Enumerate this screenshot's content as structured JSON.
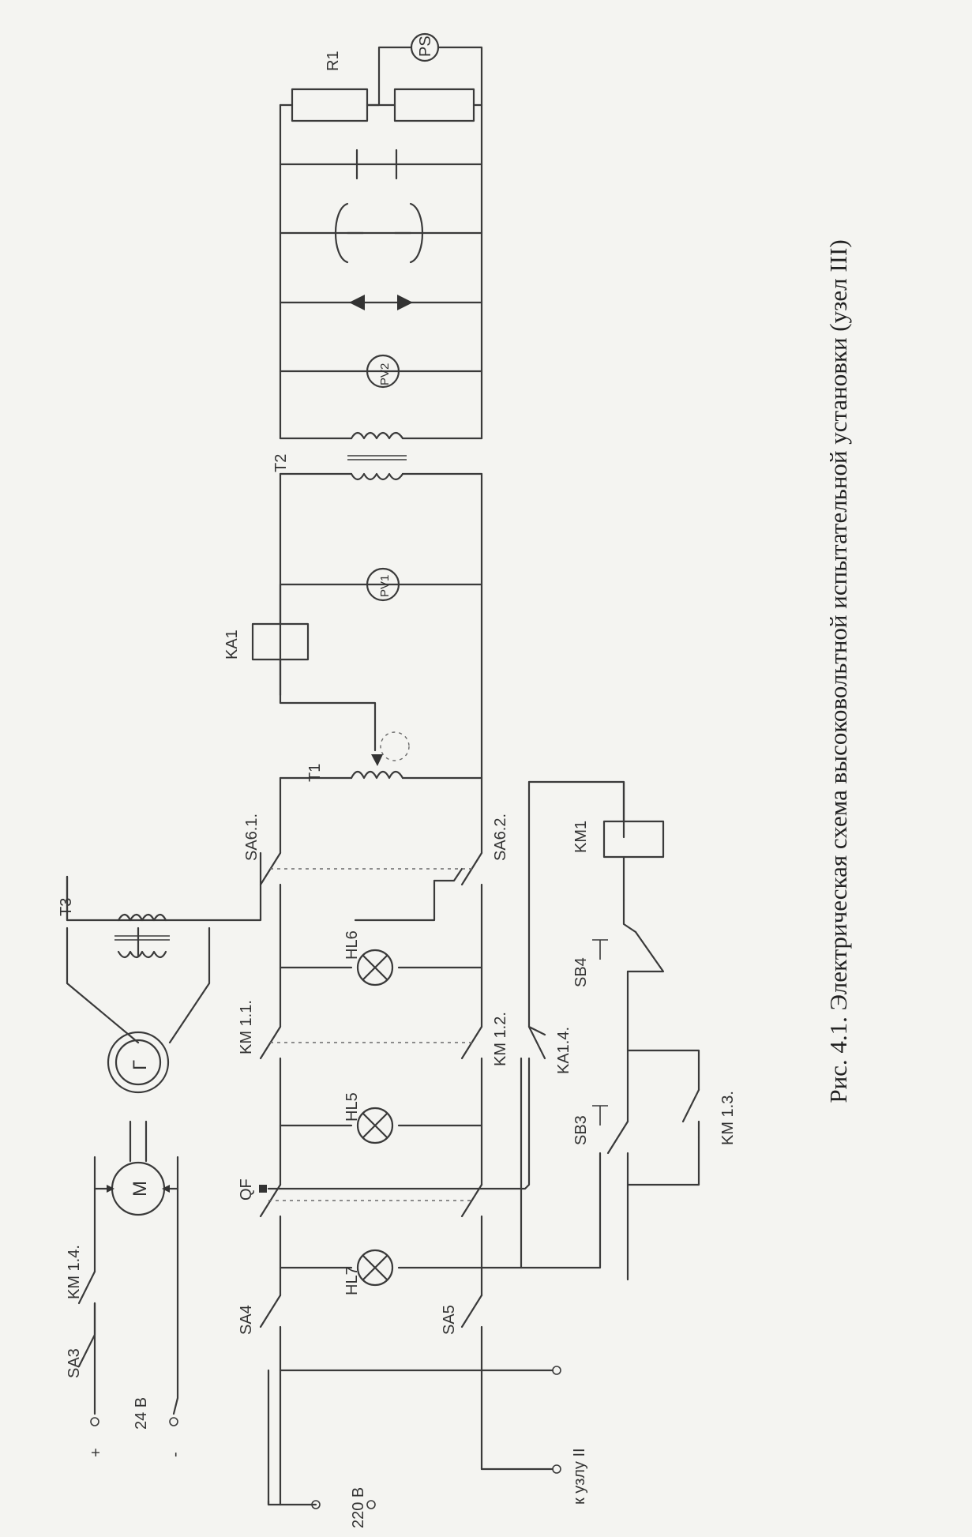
{
  "caption": "Рис. 4.1. Электрическая схема высоковольтной испытательной установки (узел III)",
  "labels": {
    "r1": "R1",
    "ps": "PS",
    "pv2": "PV2",
    "t2": "T2",
    "pv1": "PV1",
    "ka1": "KA1",
    "t1": "T1",
    "sa61": "SA6.1.",
    "sa62": "SA6.2.",
    "km1": "KM1",
    "t3": "T3",
    "hl6": "HL6",
    "sb4": "SB4",
    "km11": "KM 1.1.",
    "km12": "KM 1.2.",
    "ka14": "KA1.4.",
    "gen": "Г",
    "hl5": "HL5",
    "sb3": "SB3",
    "km13": "KM 1.3.",
    "motor": "M",
    "km14": "KM 1.4.",
    "sa3": "SA3",
    "qf": "QF",
    "hl7": "HL7",
    "sa4": "SA4",
    "sa5": "SA5",
    "v24": "24 В",
    "plus": "+",
    "minus": "-",
    "v220": "220 В",
    "to_node2": "к узлу II"
  }
}
